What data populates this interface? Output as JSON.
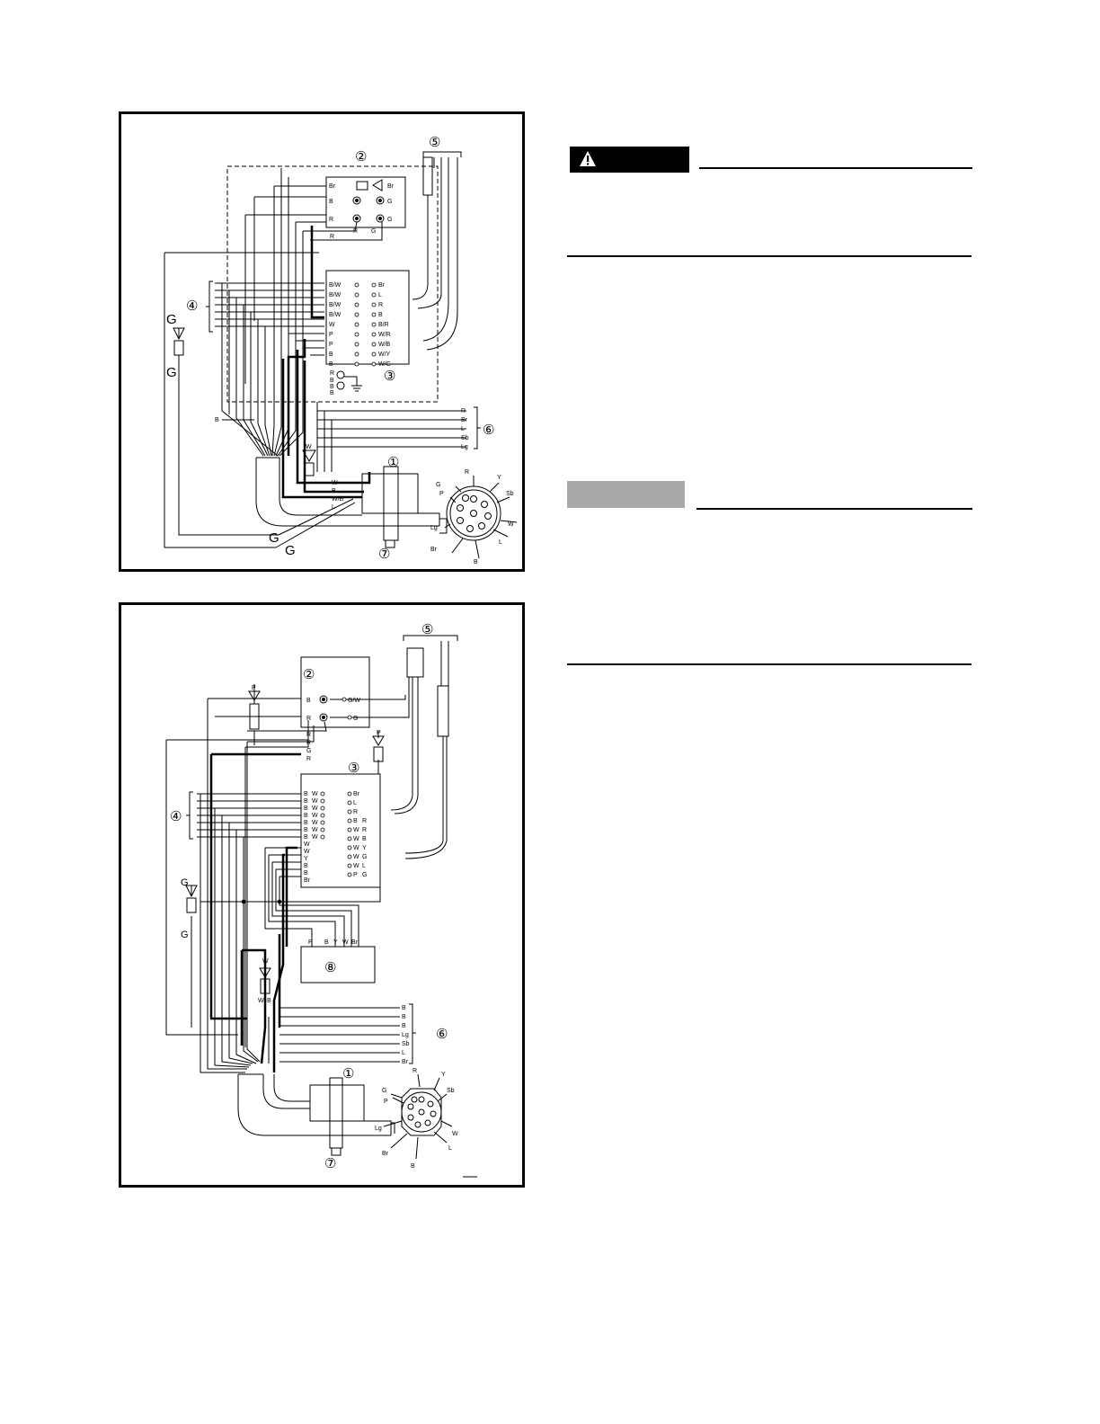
{
  "colors": {
    "ink": "#000000",
    "note_box": "#a9a9a9",
    "paper": "#ffffff"
  },
  "icons": {
    "warning": "warning-triangle-icon",
    "ground": "ground-symbol-icon",
    "connector_plug": "round-multi-pin-connector-icon"
  },
  "diagram_top": {
    "callouts": {
      "c1": "①",
      "c2": "②",
      "c3": "③",
      "c4": "④",
      "c5": "⑤",
      "c6": "⑥",
      "c7": "⑦"
    },
    "g_labels": [
      "G",
      "G",
      "G",
      "G"
    ],
    "box2_left": [
      "Br",
      "B",
      "R"
    ],
    "box2_right": [
      "Br",
      "G",
      "G"
    ],
    "box2_bottom": [
      "R",
      "R",
      "G"
    ],
    "box3_left": [
      "B/W",
      "B/W",
      "B/W",
      "B/W",
      "W",
      "P",
      "P",
      "B",
      "B"
    ],
    "box3_right": [
      "Br",
      "L",
      "R",
      "B",
      "B/R",
      "W/R",
      "W/B",
      "W/Y",
      "W/G"
    ],
    "ground_terms": [
      "R",
      "B",
      "B",
      "B"
    ],
    "left_wire": "B",
    "group6": [
      "R",
      "Br",
      "L",
      "Sb",
      "Lg"
    ],
    "mid_wire": "W",
    "box1_wires": [
      "W",
      "B",
      "W/B",
      "L"
    ],
    "plug": [
      "R",
      "Y",
      "Sb",
      "W",
      "L",
      "B",
      "Br",
      "Lg",
      "P",
      "G"
    ]
  },
  "diagram_bottom": {
    "callouts": {
      "c1": "①",
      "c2": "②",
      "c3": "③",
      "c4": "④",
      "c5": "⑤",
      "c6": "⑥",
      "c7": "⑦",
      "c8": "⑧"
    },
    "g_labels": [
      "G",
      "G"
    ],
    "p_labels": [
      "P",
      "P"
    ],
    "box2_left": [
      "B",
      "R"
    ],
    "box2_right": [
      "G/W",
      "G"
    ],
    "box2_below": [
      "R",
      "R",
      "G",
      "R"
    ],
    "box3_left": [
      "B",
      "B",
      "B",
      "B",
      "B",
      "B",
      "B",
      "W",
      "W",
      "Y",
      "B",
      "B",
      "Br"
    ],
    "box3_left2": [
      "W",
      "W",
      "W",
      "W",
      "W",
      "W",
      "W",
      "",
      "",
      "",
      "",
      "",
      ""
    ],
    "box3_right": [
      "Br",
      "L",
      "R",
      "B",
      "W",
      "W",
      "W",
      "W",
      "W",
      "P"
    ],
    "box3_right2": [
      "",
      "",
      "",
      "R",
      "R",
      "B",
      "Y",
      "G",
      "L",
      "G"
    ],
    "box8_top": [
      "P",
      "B",
      "Y",
      "W",
      "Br"
    ],
    "w_labels": [
      "W",
      "W",
      "B"
    ],
    "group6": [
      "B",
      "B",
      "B",
      "Lg",
      "Sb",
      "L",
      "Br"
    ],
    "plug": [
      "R",
      "Y",
      "Sb",
      "W",
      "L",
      "B",
      "Br",
      "Lg",
      "P",
      "G"
    ]
  }
}
